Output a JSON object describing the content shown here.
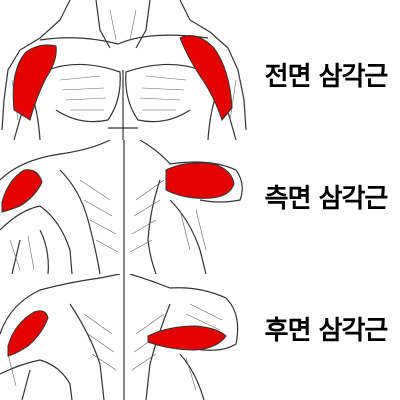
{
  "labels": {
    "anterior": "전면 삼각근",
    "lateral": "측면 삼각근",
    "posterior": "후면 삼각근"
  },
  "colors": {
    "highlight": "#e50000",
    "linework": "#333333",
    "background": "#ffffff"
  }
}
